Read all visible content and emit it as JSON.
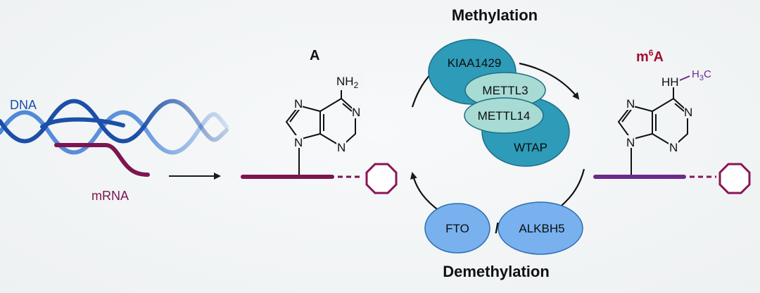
{
  "labels": {
    "dna": "DNA",
    "mrna": "mRNA",
    "a_title": "A",
    "m6a_m": "m",
    "m6a_sup": "6",
    "m6a_a": "A",
    "methylation": "Methylation",
    "demethylation": "Demethylation",
    "slash": "/"
  },
  "writers": [
    {
      "label": "KIAA1429"
    },
    {
      "label": "METTL3"
    },
    {
      "label": "METTL14"
    },
    {
      "label": "WTAP"
    }
  ],
  "erasers": [
    {
      "label": "FTO"
    },
    {
      "label": "ALKBH5"
    }
  ],
  "adenine": {
    "amine": "NH",
    "amine_sub": "2",
    "n1": "N",
    "n3": "N",
    "n7": "N",
    "n9": "N"
  },
  "m6a_base": {
    "amine": "H",
    "methyl_h": "H",
    "methyl_sub": "3",
    "methyl_c": "C",
    "n1": "N",
    "n3": "N",
    "n7": "N",
    "n9": "N"
  },
  "colors": {
    "dna": "#1b4fa8",
    "mrna": "#7d1550",
    "m6a_title": "#a30f2d",
    "m6a_backbone": "#6a2a8e",
    "writer_dark": "#2e9bb8",
    "writer_light": "#a7dbd3",
    "eraser": "#78b1ee",
    "cap_ring": "#8a1456"
  }
}
